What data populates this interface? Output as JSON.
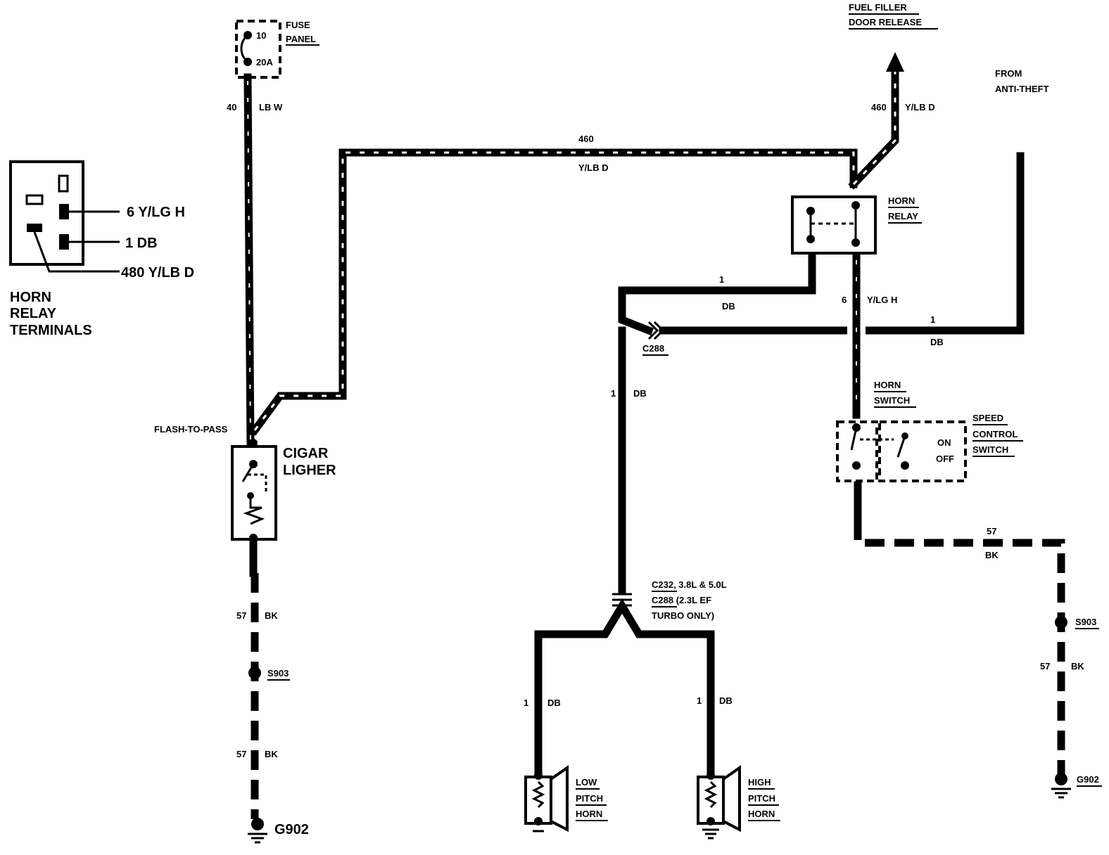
{
  "fuse_panel": {
    "label_line1": "FUSE",
    "label_line2": "PANEL",
    "number": "10",
    "rating": "20A"
  },
  "top_left_wire": {
    "circuit": "40",
    "color": "LB W"
  },
  "relay_terminals": {
    "terminal_1": "6 Y/LG H",
    "terminal_2": "1 DB",
    "terminal_3": "480 Y/LB D",
    "title_line1": "HORN",
    "title_line2": "RELAY",
    "title_line3": "TERMINALS"
  },
  "top_wire": {
    "circuit": "460",
    "color": "Y/LB D"
  },
  "fuel_filler": {
    "line1": "FUEL FILLER",
    "line2": "DOOR RELEASE",
    "circuit": "460",
    "color": "Y/LB D"
  },
  "anti_theft": {
    "line1": "FROM",
    "line2": "ANTI-THEFT"
  },
  "horn_relay": {
    "line1": "HORN",
    "line2": "RELAY"
  },
  "relay_out_wire": {
    "circuit": "1",
    "color": "DB"
  },
  "relay_switch_wire": {
    "circuit": "6",
    "color": "Y/LG H"
  },
  "anti_theft_wire": {
    "circuit": "1",
    "color": "DB"
  },
  "connector_c288": "C288",
  "vertical_db_wire": {
    "circuit": "1",
    "color": "DB"
  },
  "horn_switch": {
    "line1": "HORN",
    "line2": "SWITCH"
  },
  "speed_control": {
    "line1": "SPEED",
    "line2": "CONTROL",
    "line3": "SWITCH",
    "on": "ON",
    "off": "OFF"
  },
  "flash_to_pass": "FLASH-TO-PASS",
  "cigar_lighter": {
    "line1": "CIGAR",
    "line2": "LIGHER"
  },
  "left_ground_wire": {
    "circuit_upper": "57",
    "color_upper": "BK",
    "splice": "S903",
    "circuit_lower": "57",
    "color_lower": "BK",
    "ground": "G902"
  },
  "right_ground_wire": {
    "circuit_top": "57",
    "color_top": "BK",
    "splice": "S903",
    "circuit": "57",
    "color": "BK",
    "ground": "G902"
  },
  "lower_connector": {
    "line1": "C232, 3.8L & 5.0L",
    "line2": "C288 (2.3L EF",
    "line3": "TURBO ONLY)"
  },
  "low_horn_wire": {
    "circuit": "1",
    "color": "DB"
  },
  "high_horn_wire": {
    "circuit": "1",
    "color": "DB"
  },
  "low_pitch_horn": {
    "line1": "LOW",
    "line2": "PITCH",
    "line3": "HORN"
  },
  "high_pitch_horn": {
    "line1": "HIGH",
    "line2": "PITCH",
    "line3": "HORN"
  }
}
